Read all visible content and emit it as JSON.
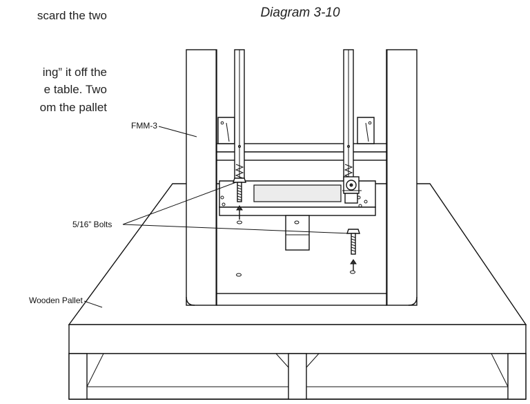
{
  "caption": "Diagram 3-10",
  "body_text": [
    "scard the two",
    "ing” it off the",
    "e table.  Two",
    "om the pallet"
  ],
  "callouts": {
    "fmm3": "FMM-3",
    "bolts": "5/16” Bolts",
    "pallet": "Wooden Pallet"
  }
}
